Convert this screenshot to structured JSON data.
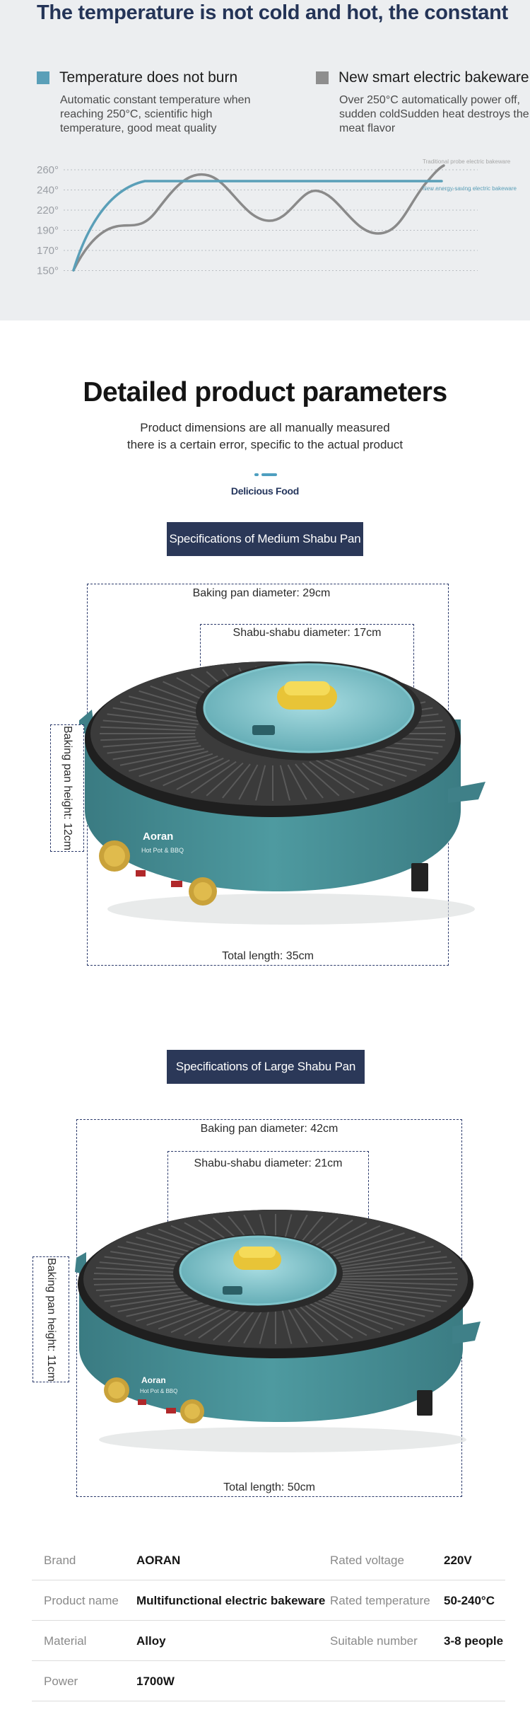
{
  "temperature": {
    "title": "The temperature is not cold and hot, the constant",
    "features": [
      {
        "title": "Temperature does not burn",
        "description": "Automatic constant temperature when reaching 250°C, scientific high temperature, good meat quality",
        "color": "#5a9fb8"
      },
      {
        "title": "New smart electric bakeware",
        "description": "Over 250°C automatically power off, sudden coldSudden heat destroys the meat flavor",
        "color": "#8e8e8e"
      }
    ],
    "chart_data": {
      "type": "line",
      "y_ticks": [
        "260°",
        "240°",
        "220°",
        "190°",
        "170°",
        "150°"
      ],
      "grid": true,
      "series": [
        {
          "name": "Traditional probe electric bakeware",
          "color": "#8a8a8a"
        },
        {
          "name": "New energy-saving electric bakeware",
          "color": "#5a9fb8"
        }
      ]
    }
  },
  "params": {
    "title": "Detailed product parameters",
    "subtitle_line1": "Product dimensions are all manually measured",
    "subtitle_line2": "there is a certain error, specific to the actual product",
    "brand_tag": "Delicious Food",
    "accent_color": "#4e9fc0",
    "medium": {
      "banner": "Specifications of Medium Shabu Pan",
      "pan_diameter": "Baking pan diameter: 29cm",
      "shabu_diameter": "Shabu-shabu diameter: 17cm",
      "pan_height": "Baking pan height: 12cm",
      "total_length": "Total length: 35cm",
      "product_logo": "Aoran",
      "product_label": "Hot Pot & BBQ"
    },
    "large": {
      "banner": "Specifications of Large Shabu Pan",
      "pan_diameter": "Baking pan diameter: 42cm",
      "shabu_diameter": "Shabu-shabu diameter: 21cm",
      "pan_height": "Baking pan height: 11cm",
      "total_length": "Total length: 50cm",
      "product_logo": "Aoran",
      "product_label": "Hot Pot & BBQ"
    }
  },
  "specs": {
    "rows": [
      {
        "k1": "Brand",
        "v1": "AORAN",
        "k2": "Rated voltage",
        "v2": "220V"
      },
      {
        "k1": "Product name",
        "v1": "Multifunctional electric bakeware",
        "k2": "Rated temperature",
        "v2": "50-240°C"
      },
      {
        "k1": "Material",
        "v1": "Alloy",
        "k2": "Suitable number",
        "v2": "3-8 people"
      },
      {
        "k1": "Power",
        "v1": "1700W",
        "k2": "",
        "v2": ""
      }
    ]
  }
}
